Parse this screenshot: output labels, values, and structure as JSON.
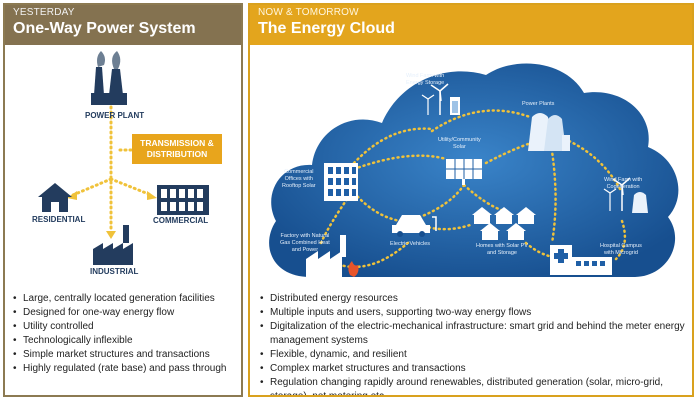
{
  "left": {
    "header_small": "YESTERDAY",
    "header_title": "One-Way Power System",
    "labels": {
      "power_plant": "POWER PLANT",
      "transmission": "TRANSMISSION &",
      "distribution": "DISTRIBUTION",
      "residential": "RESIDENTIAL",
      "commercial": "COMMERCIAL",
      "industrial": "INDUSTRIAL"
    },
    "bullets": [
      "Large, centrally located generation facilities",
      "Designed for one-way energy flow",
      "Utility controlled",
      "Technologically inflexible",
      "Simple market structures and transactions",
      "Highly regulated (rate base) and pass through"
    ]
  },
  "right": {
    "header_small": "NOW & TOMORROW",
    "header_title": "The Energy Cloud",
    "cloud_labels": {
      "wind_storage": [
        "Wind Farm with",
        "Energy Storage"
      ],
      "power_plants": [
        "Power Plants"
      ],
      "community_solar": [
        "Utility/Community",
        "Solar"
      ],
      "commercial_offices": [
        "Commercial",
        "Offices with",
        "Rooftop Solar"
      ],
      "wind_cogen": [
        "Wind Farm with",
        "Cogeneration"
      ],
      "factory": [
        "Factory with Natural",
        "Gas Combined Heat",
        "and Power"
      ],
      "ev": [
        "Electric Vehicles"
      ],
      "homes": [
        "Homes with Solar PV",
        "and Storage"
      ],
      "hospital": [
        "Hospital Campus",
        "with Microgrid"
      ]
    },
    "bullets": [
      "Distributed energy resources",
      "Multiple inputs and users, supporting two-way energy flows",
      "Digitalization of the electric-mechanical infrastructure: smart grid and behind the meter energy management systems",
      "Flexible, dynamic, and resilient",
      "Complex market structures and transactions",
      "Regulation changing rapidly around renewables, distributed generation (solar, micro-grid, storage), net metering etc."
    ]
  },
  "colors": {
    "left_header": "#847250",
    "right_header": "#e3a51d",
    "icon_navy": "#233c5e",
    "icon_blue": "#2a6fb0",
    "cloud_blue": "#1f5fa6",
    "flow_yellow": "#f0c23a"
  }
}
